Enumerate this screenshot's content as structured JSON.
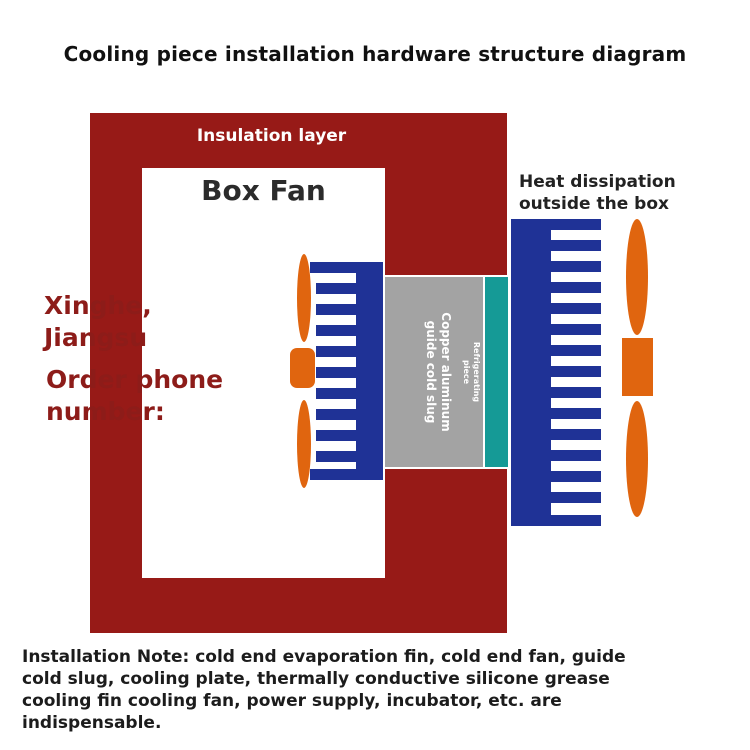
{
  "title": "Cooling piece installation hardware structure diagram",
  "insulation_label": "Insulation layer",
  "box_fan_label": "Box Fan",
  "heat_dissipation_label": [
    "Heat dissipation",
    "outside the box"
  ],
  "vendor_text": [
    "Xinghe,",
    "Jiangsu",
    "Order phone",
    "number:"
  ],
  "copper_label": "Copper aluminum\nguide cold slug",
  "refrigerating_label": "Refrigerating\npiece",
  "installation_note": "Installation Note: cold end evaporation fin, cold end fan, guide cold slug, cooling plate, thermally conductive silicone grease cooling fin cooling fan, power supply, incubator, etc. are indispensable.",
  "colors": {
    "insulation": "#971a17",
    "fin": "#1f3296",
    "fan": "#e0650f",
    "copper": "#a3a3a3",
    "refrigerating": "#159a96"
  }
}
